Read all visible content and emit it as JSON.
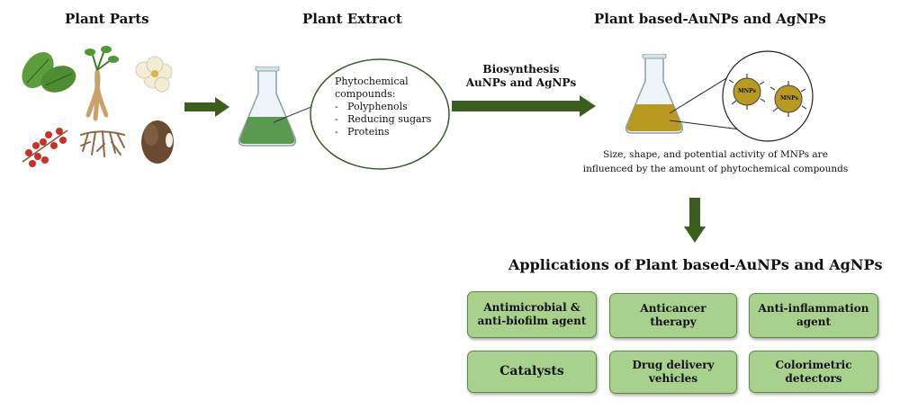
{
  "titles": {
    "plant_parts": "Plant Parts",
    "plant_extract": "Plant Extract",
    "plant_based": "Plant based-AuNPs and AgNPs",
    "applications": "Applications of Plant based-AuNPs and AgNPs"
  },
  "extract_bubble": {
    "heading": "Phytochemical compounds:",
    "items": [
      "Polyphenols",
      "Reducing sugars",
      "Proteins"
    ]
  },
  "biosynthesis": {
    "line1": "Biosynthesis",
    "line2": "AuNPs and AgNPs"
  },
  "nanoparticle_label": "MNPs",
  "mnp_note": {
    "line1": "Size, shape, and potential activity of MNPs are",
    "line2": "influenced by the amount of phytochemical compounds"
  },
  "applications": [
    "Antimicrobial & anti-biofilm agent",
    "Anticancer therapy",
    "Anti-inflammation agent",
    "Catalysts",
    "Drug delivery vehicles",
    "Colorimetric detectors"
  ],
  "colors": {
    "arrow": "#3b5e1f",
    "box_fill": "#a9d18e",
    "box_border": "#5f8a3c",
    "extract": "#5a9a4e",
    "nanoparticle_solution": "#b89a1e"
  }
}
